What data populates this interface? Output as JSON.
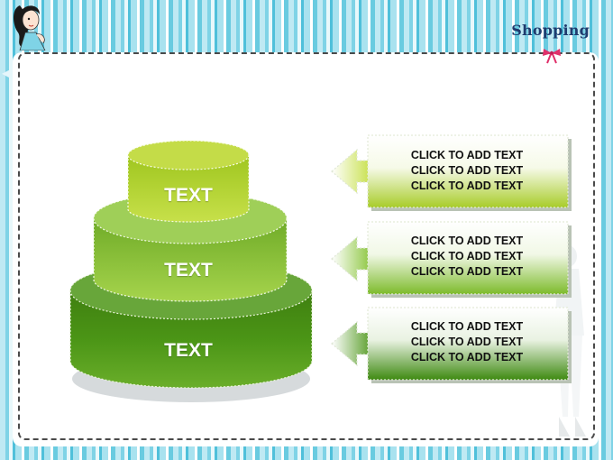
{
  "header": {
    "brand": "Shopping"
  },
  "tiers": [
    {
      "label": "TEXT"
    },
    {
      "label": "TEXT"
    },
    {
      "label": "TEXT"
    }
  ],
  "boxes": [
    {
      "lines": [
        "CLICK TO ADD TEXT",
        "CLICK TO ADD TEXT",
        "CLICK TO ADD TEXT"
      ]
    },
    {
      "lines": [
        "CLICK TO ADD TEXT",
        "CLICK TO ADD TEXT",
        "CLICK TO ADD TEXT"
      ]
    },
    {
      "lines": [
        "CLICK TO ADD TEXT",
        "CLICK TO ADD TEXT",
        "CLICK TO ADD TEXT"
      ]
    }
  ],
  "colors": {
    "top_tier": "#a8cc2a",
    "middle_tier": "#7dbb2c",
    "bottom_tier": "#3f8a12",
    "brand": "#1f3b6e",
    "bow": "#e0306a"
  }
}
